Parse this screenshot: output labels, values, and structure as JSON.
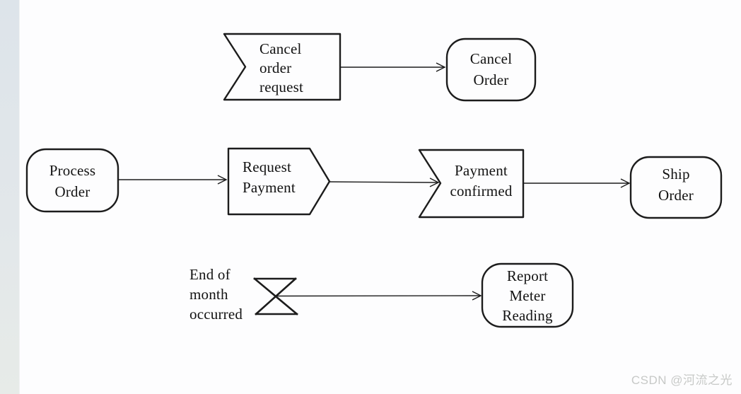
{
  "diagram": {
    "nodes": {
      "cancel_order_request_signal": {
        "label": "Cancel\norder\nrequest",
        "kind": "accept-event-signal"
      },
      "cancel_order_action": {
        "label": "Cancel\nOrder",
        "kind": "action"
      },
      "process_order_action": {
        "label": "Process\nOrder",
        "kind": "action"
      },
      "request_payment_signal": {
        "label": "Request\nPayment",
        "kind": "send-signal"
      },
      "payment_confirmed_signal": {
        "label": "Payment\nconfirmed",
        "kind": "accept-event-signal"
      },
      "ship_order_action": {
        "label": "Ship\nOrder",
        "kind": "action"
      },
      "end_of_month_event": {
        "label": "End of\nmonth\noccurred",
        "kind": "time-event"
      },
      "report_meter_reading_action": {
        "label": "Report\nMeter\nReading",
        "kind": "action"
      }
    },
    "edges": [
      {
        "from": "cancel_order_request_signal",
        "to": "cancel_order_action"
      },
      {
        "from": "process_order_action",
        "to": "request_payment_signal"
      },
      {
        "from": "request_payment_signal",
        "to": "payment_confirmed_signal"
      },
      {
        "from": "payment_confirmed_signal",
        "to": "ship_order_action"
      },
      {
        "from": "end_of_month_event",
        "to": "report_meter_reading_action"
      }
    ]
  },
  "watermark": {
    "text": "CSDN @河流之光"
  },
  "colors": {
    "diagram_stroke": "#1c1c1c",
    "label_text": "#131313",
    "page_background": "#fdfdfe",
    "gutter_gradient_top": "#dde4ea",
    "gutter_gradient_bottom": "#e7ebe8",
    "watermark_text": "#c7c9c7"
  }
}
